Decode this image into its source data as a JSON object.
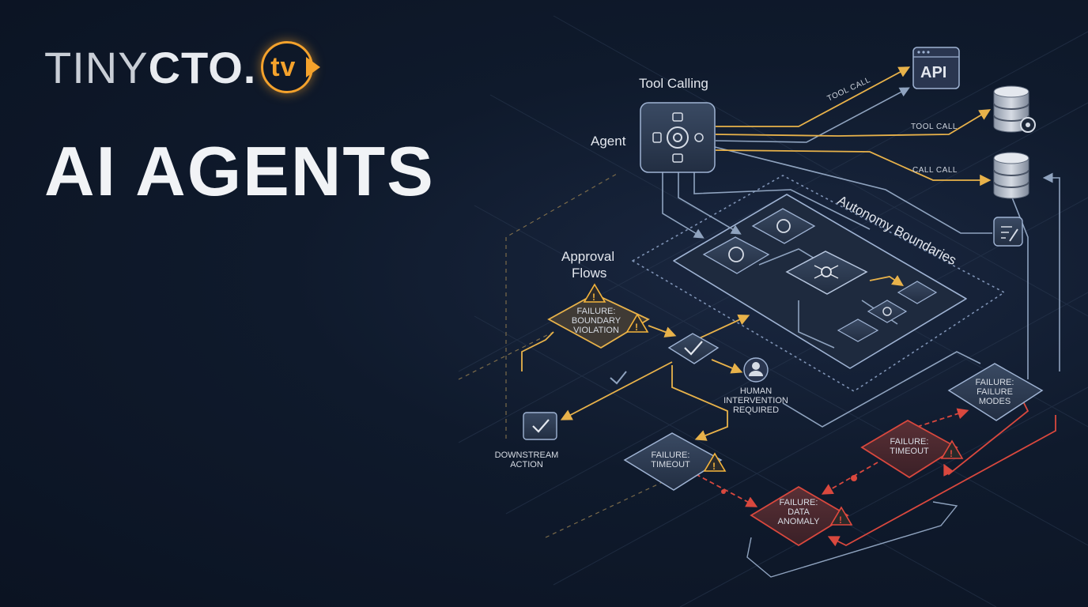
{
  "brand": {
    "part1": "TINY",
    "part2": "CTO",
    "dot": ".",
    "tv": "tv"
  },
  "headline": "AI AGENTS",
  "diagram": {
    "tool_calling_label": "Tool Calling",
    "agent_label": "Agent",
    "api_label": "API",
    "edge_tool_call_1": "TOOL CALL",
    "edge_tool_call_2": "TOOL CALL",
    "edge_call_call": "CALL CALL",
    "autonomy_label": "Autonomy Boundaries",
    "approval_line1": "Approval",
    "approval_line2": "Flows",
    "failure_boundary": [
      "FAILURE:",
      "BOUNDARY",
      "VIOLATION"
    ],
    "human_intervention": [
      "HUMAN",
      "INTERVENTION",
      "REQUIRED"
    ],
    "downstream_action": [
      "DOWNSTREAM",
      "ACTION"
    ],
    "failure_timeout_left": [
      "FAILURE:",
      "TIMEOUT"
    ],
    "failure_data_anomaly": [
      "FAILURE:",
      "DATA",
      "ANOMALY"
    ],
    "failure_timeout_right": [
      "FAILURE:",
      "TIMEOUT"
    ],
    "failure_modes": [
      "FAILURE:",
      "FAILURE",
      "MODES"
    ]
  },
  "colors": {
    "accent_orange": "#f4a22c",
    "line_amber": "#e8b24a",
    "line_red": "#d9483e",
    "line_steel": "#8fa3bf"
  }
}
